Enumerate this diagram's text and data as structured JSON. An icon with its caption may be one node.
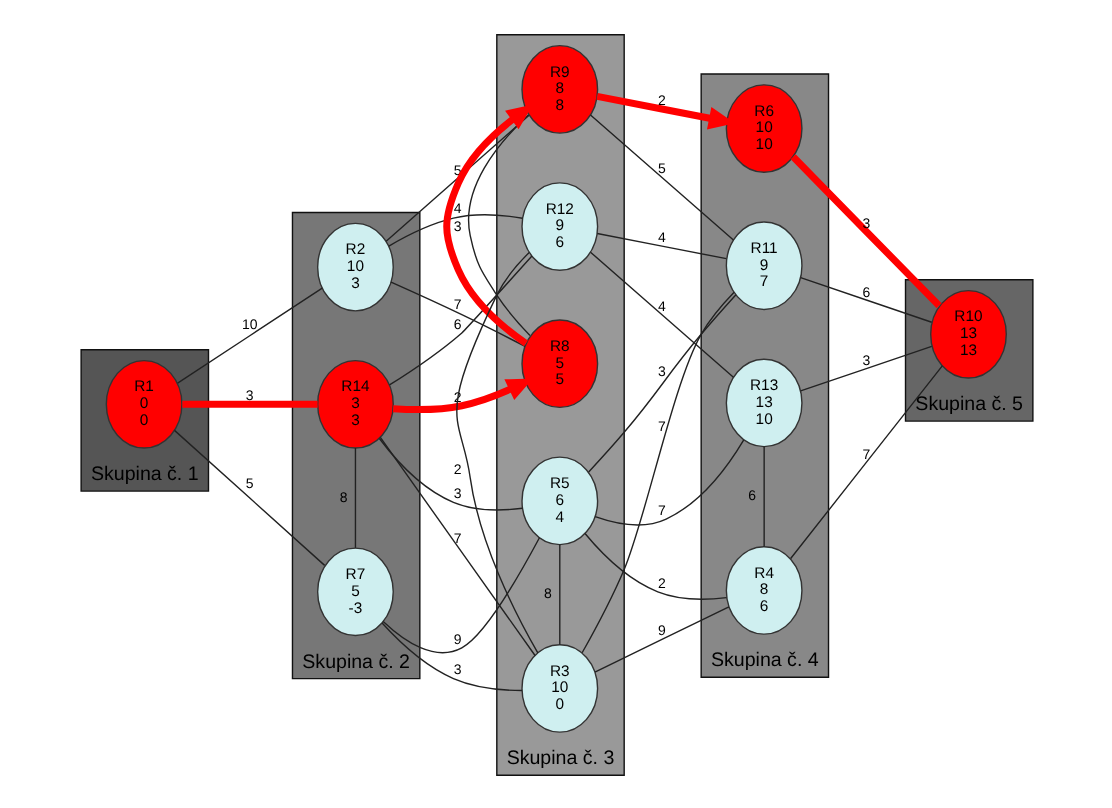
{
  "diagram": {
    "nodes": [
      {
        "text": [
          "Skupina č. 1"
        ]
      },
      {
        "text": [
          "Skupina č. 2"
        ]
      },
      {
        "text": [
          "Skupina č. 3"
        ]
      },
      {
        "text": [
          "Skupina č. 4"
        ]
      },
      {
        "text": [
          "Skupina č. 5"
        ]
      },
      {
        "text": [
          "R1",
          "0",
          "0"
        ],
        "in": 0
      },
      {
        "text": [
          "R2",
          "10",
          "3"
        ],
        "in": 1
      },
      {
        "text": [
          "R14",
          "3",
          "3"
        ],
        "in": 1
      },
      {
        "text": [
          "R7",
          "5",
          "-3"
        ],
        "in": 1
      },
      {
        "text": [
          "R8",
          "5",
          "5"
        ],
        "in": 2
      },
      {
        "text": [
          "R9",
          "8",
          "8"
        ],
        "in": 2
      },
      {
        "text": [
          "R12",
          "9",
          "6"
        ],
        "in": 2
      },
      {
        "text": [
          "R3",
          "10",
          "0"
        ],
        "in": 2
      },
      {
        "text": [
          "R5",
          "6",
          "4"
        ],
        "in": 2
      },
      {
        "text": [
          "R6",
          "10",
          "10"
        ],
        "in": 3
      },
      {
        "text": [
          "R11",
          "9",
          "7"
        ],
        "in": 3
      },
      {
        "text": [
          "R4",
          "8",
          "6"
        ],
        "in": 3
      },
      {
        "text": [
          "R13",
          "13",
          "10"
        ],
        "in": 3
      },
      {
        "text": [
          "R10",
          "13",
          "13"
        ],
        "in": 4
      }
    ],
    "edges": [
      {
        "from": 5,
        "to": 6,
        "arrow": "none",
        "label": "10"
      },
      {
        "from": 5,
        "to": 7,
        "arrow": "none",
        "label": "3",
        "style": "thick",
        "color": "#ff0000"
      },
      {
        "from": 5,
        "to": 8,
        "arrow": "none",
        "label": "5"
      },
      {
        "from": 6,
        "to": 9,
        "arrow": "none",
        "label": "7"
      },
      {
        "from": 6,
        "to": 10,
        "arrow": "none",
        "label": "5"
      },
      {
        "from": 6,
        "to": 11,
        "arrow": "none",
        "label": "4"
      },
      {
        "from": 7,
        "to": 9,
        "arrow": "to",
        "label": "2",
        "style": "thick",
        "color": "#ff0000"
      },
      {
        "from": 7,
        "to": 11,
        "arrow": "none",
        "label": "6"
      },
      {
        "from": 7,
        "to": 12,
        "arrow": "none",
        "label": "7"
      },
      {
        "from": 7,
        "to": 13,
        "arrow": "none",
        "label": "3"
      },
      {
        "from": 7,
        "to": 8,
        "arrow": "none",
        "label": "8"
      },
      {
        "from": 8,
        "to": 12,
        "arrow": "none",
        "label": "3"
      },
      {
        "from": 8,
        "to": 13,
        "arrow": "none",
        "label": "9"
      },
      {
        "from": 9,
        "to": 10,
        "arrow": "none",
        "label": "3"
      },
      {
        "from": 9,
        "to": 10,
        "arrow": "to",
        "style": "thick",
        "color": "#ff0000"
      },
      {
        "from": 10,
        "to": 14,
        "arrow": "to",
        "label": "2",
        "style": "thick",
        "color": "#ff0000"
      },
      {
        "from": 10,
        "to": 15,
        "arrow": "none",
        "label": "5"
      },
      {
        "from": 11,
        "to": 12,
        "arrow": "none",
        "label": "2"
      },
      {
        "from": 11,
        "to": 15,
        "arrow": "none",
        "label": "4"
      },
      {
        "from": 11,
        "to": 17,
        "arrow": "none",
        "label": "4"
      },
      {
        "from": 12,
        "to": 13,
        "arrow": "none",
        "label": "8"
      },
      {
        "from": 12,
        "to": 15,
        "arrow": "none",
        "label": "7"
      },
      {
        "from": 12,
        "to": 16,
        "arrow": "none",
        "label": "9"
      },
      {
        "from": 13,
        "to": 15,
        "arrow": "none",
        "label": "3"
      },
      {
        "from": 13,
        "to": 16,
        "arrow": "none",
        "label": "2"
      },
      {
        "from": 13,
        "to": 17,
        "arrow": "none",
        "label": "7"
      },
      {
        "from": 14,
        "to": 18,
        "arrow": "none",
        "label": "3",
        "style": "thick",
        "color": "#ff0000"
      },
      {
        "from": 15,
        "to": 18,
        "arrow": "none",
        "label": "6"
      },
      {
        "from": 16,
        "to": 18,
        "arrow": "none",
        "label": "7"
      },
      {
        "from": 16,
        "to": 17,
        "arrow": "none",
        "label": "6"
      },
      {
        "from": 17,
        "to": 18,
        "arrow": "none",
        "label": "3"
      }
    ]
  }
}
